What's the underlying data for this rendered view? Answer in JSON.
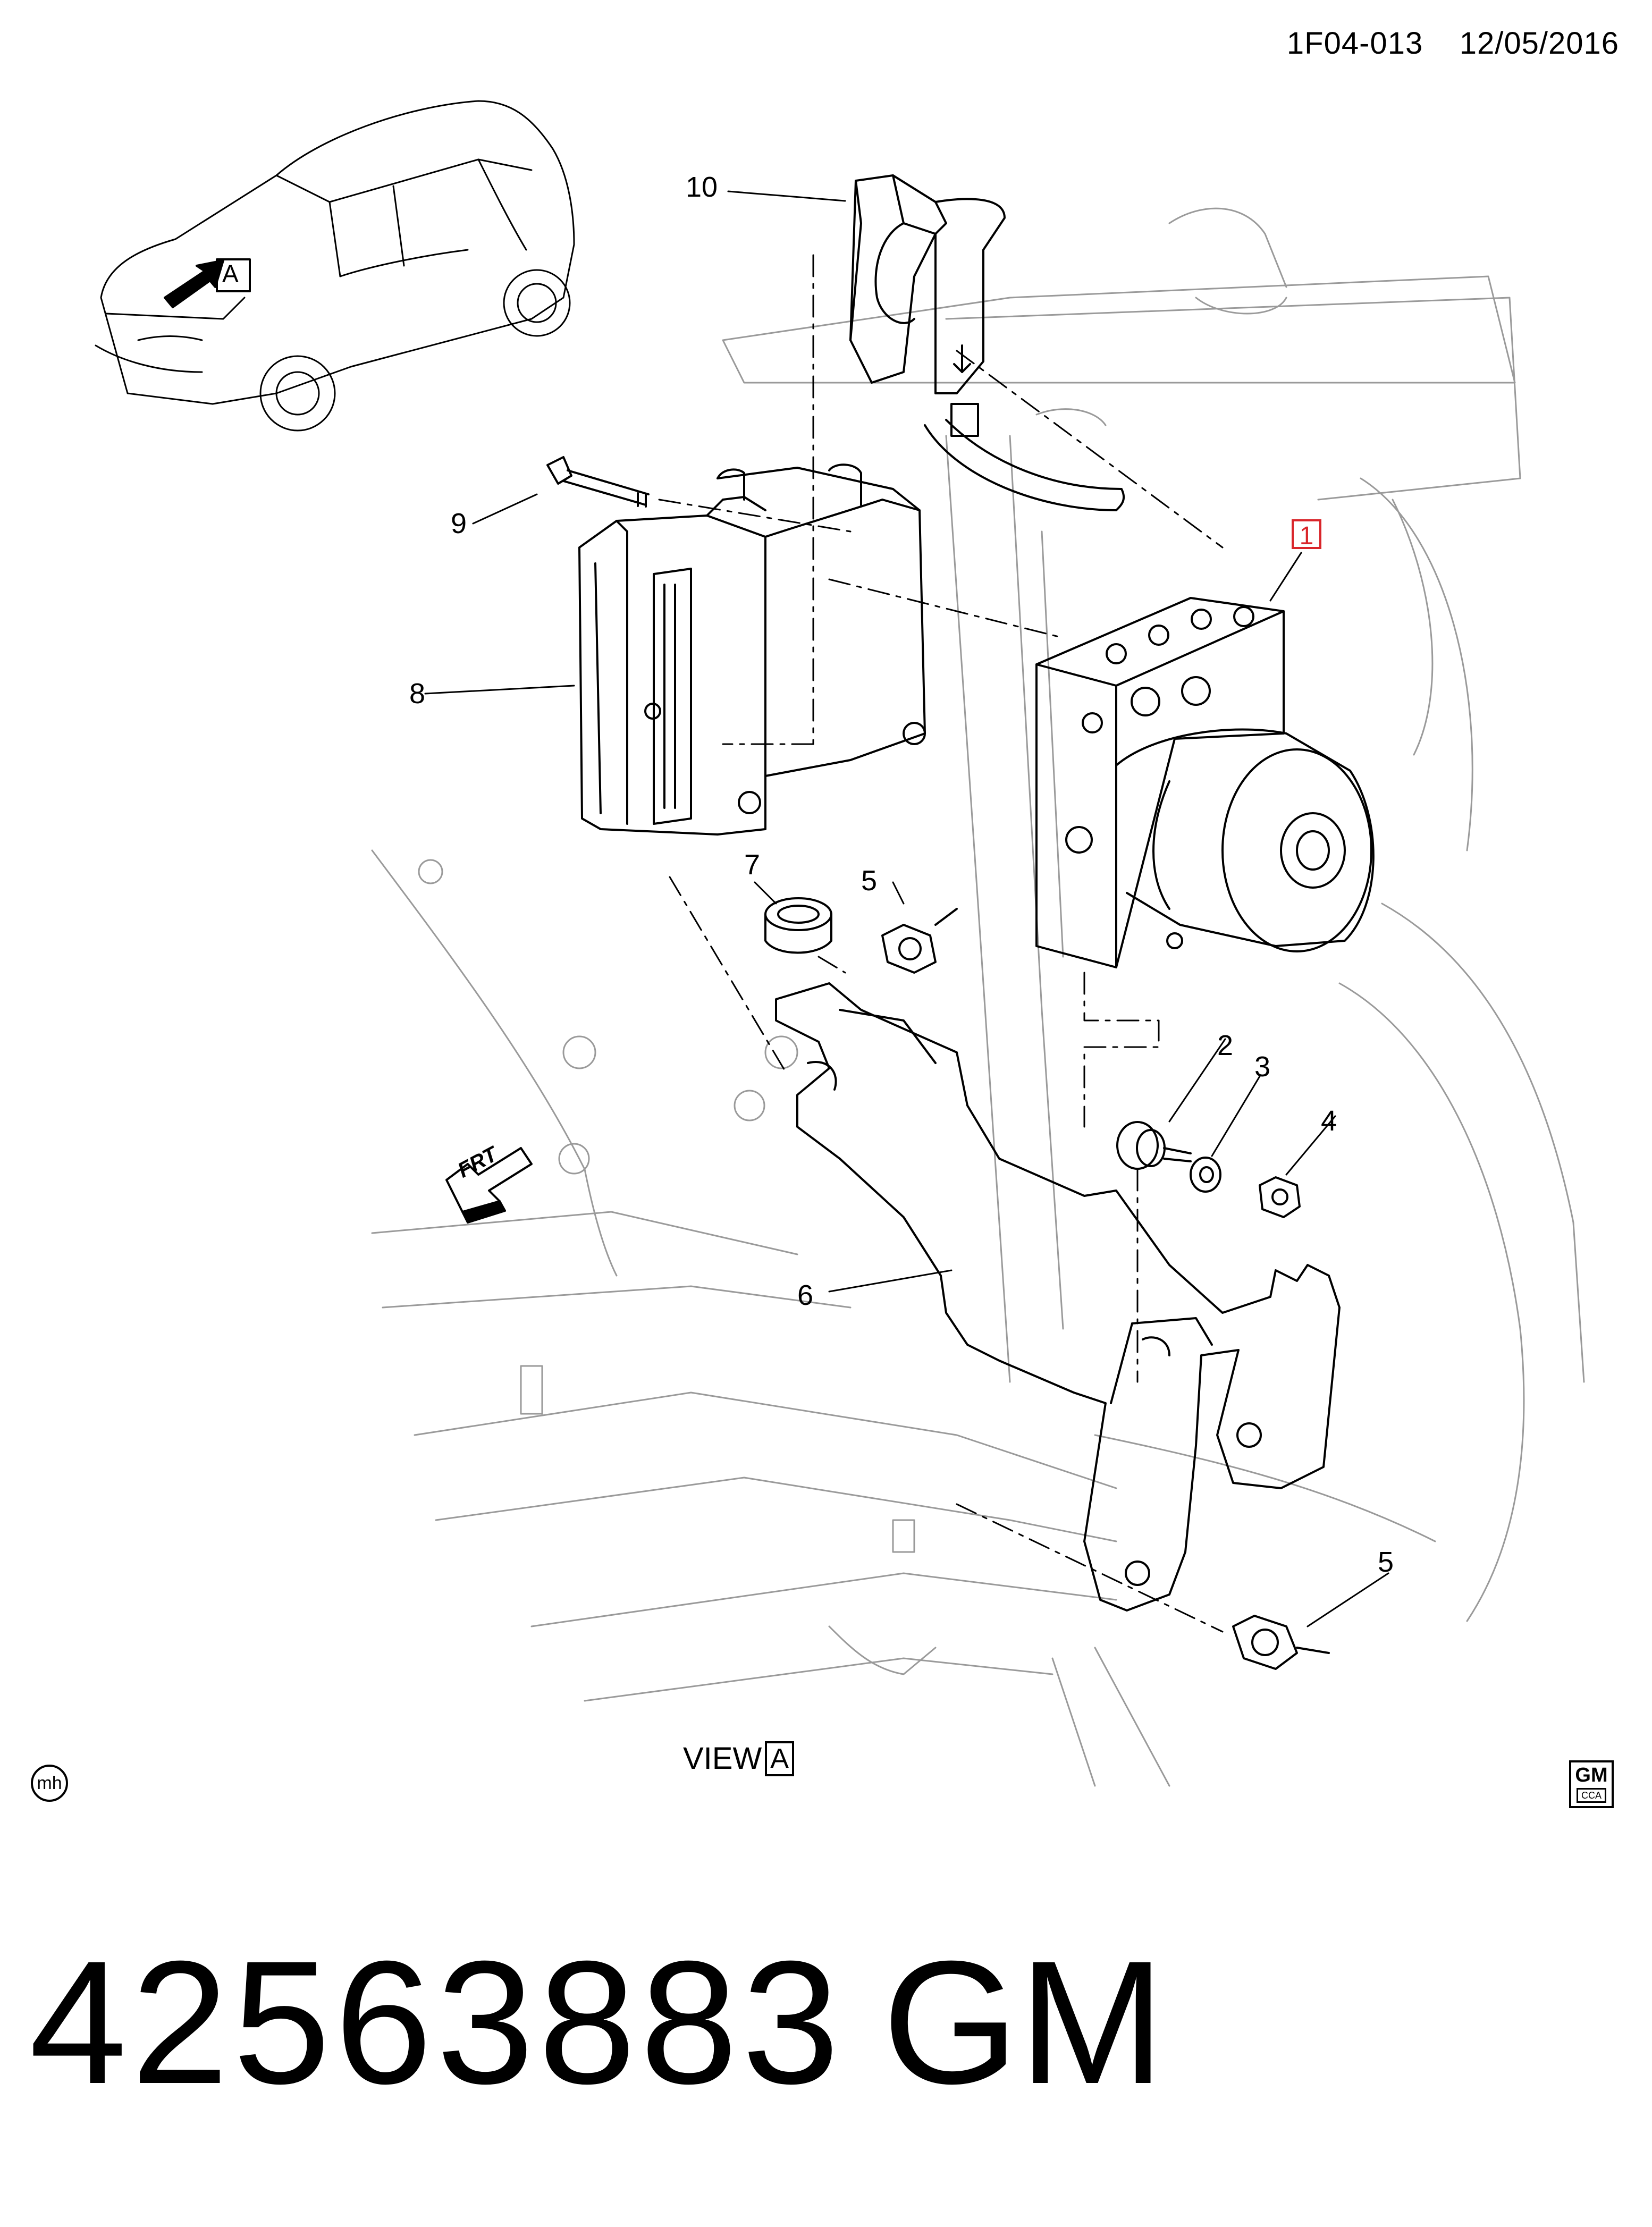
{
  "header": {
    "illustration_id": "1F04-013",
    "date": "12/05/2016"
  },
  "callouts": [
    {
      "label": "1",
      "target": "hydraulic-unit"
    },
    {
      "label": "2",
      "target": "stud-insulator"
    },
    {
      "label": "3",
      "target": "washer"
    },
    {
      "label": "4",
      "target": "nut"
    },
    {
      "label": "5",
      "target": "nut-upper"
    },
    {
      "label": "5",
      "target": "nut-lower"
    },
    {
      "label": "6",
      "target": "bracket"
    },
    {
      "label": "7",
      "target": "insulator"
    },
    {
      "label": "8",
      "target": "control-module"
    },
    {
      "label": "9",
      "target": "bolt"
    },
    {
      "label": "10",
      "target": "connector"
    }
  ],
  "view": {
    "label": "VIEW",
    "letter": "A"
  },
  "car_view_letter": "A",
  "frt_label": "FRT",
  "mh_logo": "mh",
  "gm_logo": {
    "top": "GM",
    "bottom": "CCA"
  },
  "part_number": "42563883",
  "brand": "GM",
  "colors": {
    "reference_box": "#d9252a",
    "line_art": "#000000"
  }
}
